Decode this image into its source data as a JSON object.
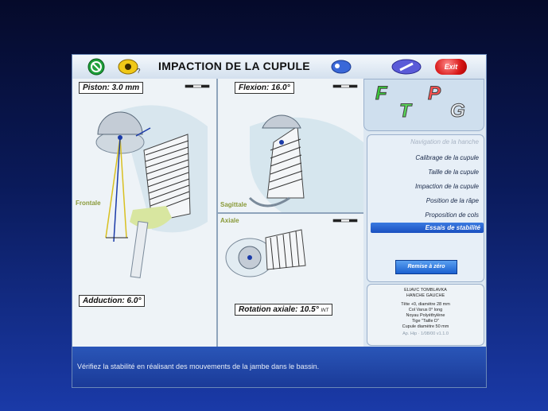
{
  "title": "IMPACTION DE LA CUPULE",
  "toolbar": {
    "exit_label": "Exit"
  },
  "views": {
    "frontal": {
      "label": "Frontale",
      "readout_top": "Piston: 3.0 mm",
      "readout_bottom": "Adduction: 6.0°"
    },
    "sagittal": {
      "label": "Sagittale",
      "readout_top": "Flexion: 16.0°"
    },
    "axial": {
      "label": "Axiale",
      "readout_bottom": "Rotation axiale: 10.5°",
      "readout_suffix": "INT"
    }
  },
  "steps_letters": [
    "F",
    "T",
    "P",
    "G"
  ],
  "menu": {
    "header": "Navigation de la hanche",
    "items": [
      "Calibrage de la cupule",
      "Taille de la cupule",
      "Impaction de la cupule",
      "Position de la râpe",
      "Proposition de cols",
      "Essais de stabilité"
    ],
    "active_index": 5,
    "reset_label": "Remise à zéro"
  },
  "patient": {
    "name": "ELIAVC TOMBLAVKA",
    "side": "HANCHE GAUCHE",
    "lines": [
      "Tête +0, diamètre 28 mm",
      "Col Varus 0° long",
      "Noyau Polyéthylène",
      "Tige \"Taille D\"",
      "Cupule diamètre 50 mm"
    ],
    "footer": "Ap. Hip · 1/08/00 v1.1.0"
  },
  "status_text": "Vérifiez la stabilité en réalisant des mouvements de la jambe dans le bassin.",
  "colors": {
    "accent": "#1a50c0",
    "exit": "#d81818"
  }
}
